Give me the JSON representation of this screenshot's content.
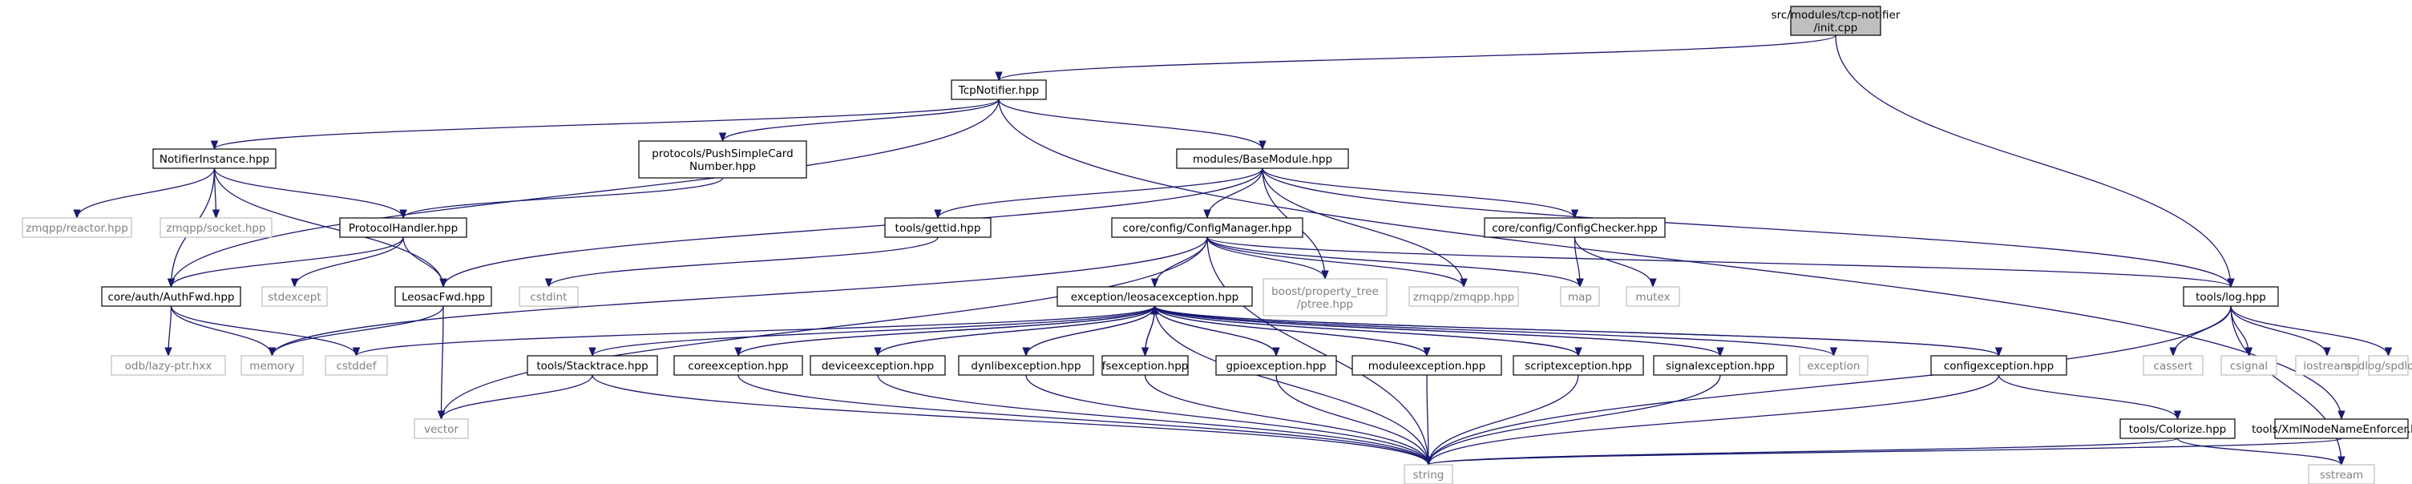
{
  "graph": {
    "root": "src/modules/tcp-notifier/init.cpp",
    "colors": {
      "root_fill": "#bfbfbf",
      "doc_border": "#000000",
      "ext_border": "#bfbfbf",
      "ext_text": "#808080",
      "edge": "#191970"
    },
    "nodes": [
      {
        "id": "init",
        "lines": [
          "src/modules/tcp-notifier",
          "/init.cpp"
        ],
        "kind": "root"
      },
      {
        "id": "tcpnotifier",
        "lines": [
          "TcpNotifier.hpp"
        ],
        "kind": "doc"
      },
      {
        "id": "notifierinstance",
        "lines": [
          "NotifierInstance.hpp"
        ],
        "kind": "doc"
      },
      {
        "id": "pushsimple",
        "lines": [
          "protocols/PushSimpleCard",
          "Number.hpp"
        ],
        "kind": "doc"
      },
      {
        "id": "basemodule",
        "lines": [
          "modules/BaseModule.hpp"
        ],
        "kind": "doc"
      },
      {
        "id": "xmlnode",
        "lines": [
          "tools/XmlNodeNameEnforcer.hpp"
        ],
        "kind": "doc"
      },
      {
        "id": "reactor",
        "lines": [
          "zmqpp/reactor.hpp"
        ],
        "kind": "ext"
      },
      {
        "id": "socket",
        "lines": [
          "zmqpp/socket.hpp"
        ],
        "kind": "ext"
      },
      {
        "id": "protocolhandler",
        "lines": [
          "ProtocolHandler.hpp"
        ],
        "kind": "doc"
      },
      {
        "id": "gettid",
        "lines": [
          "tools/gettid.hpp"
        ],
        "kind": "doc"
      },
      {
        "id": "configmanager",
        "lines": [
          "core/config/ConfigManager.hpp"
        ],
        "kind": "doc"
      },
      {
        "id": "configchecker",
        "lines": [
          "core/config/ConfigChecker.hpp"
        ],
        "kind": "doc"
      },
      {
        "id": "authfwd",
        "lines": [
          "core/auth/AuthFwd.hpp"
        ],
        "kind": "doc"
      },
      {
        "id": "stdexcept",
        "lines": [
          "stdexcept"
        ],
        "kind": "ext"
      },
      {
        "id": "leosacfwd",
        "lines": [
          "LeosacFwd.hpp"
        ],
        "kind": "doc"
      },
      {
        "id": "cstdint",
        "lines": [
          "cstdint"
        ],
        "kind": "ext"
      },
      {
        "id": "ptree",
        "lines": [
          "boost/property_tree",
          "/ptree.hpp"
        ],
        "kind": "ext"
      },
      {
        "id": "zmqpp",
        "lines": [
          "zmqpp/zmqpp.hpp"
        ],
        "kind": "ext"
      },
      {
        "id": "map",
        "lines": [
          "map"
        ],
        "kind": "ext"
      },
      {
        "id": "mutex",
        "lines": [
          "mutex"
        ],
        "kind": "ext"
      },
      {
        "id": "log",
        "lines": [
          "tools/log.hpp"
        ],
        "kind": "doc"
      },
      {
        "id": "leosacexc",
        "lines": [
          "exception/leosacexception.hpp"
        ],
        "kind": "doc"
      },
      {
        "id": "lazyptr",
        "lines": [
          "odb/lazy-ptr.hxx"
        ],
        "kind": "ext"
      },
      {
        "id": "memory",
        "lines": [
          "memory"
        ],
        "kind": "ext"
      },
      {
        "id": "cstddef",
        "lines": [
          "cstddef"
        ],
        "kind": "ext"
      },
      {
        "id": "stacktrace",
        "lines": [
          "tools/Stacktrace.hpp"
        ],
        "kind": "doc"
      },
      {
        "id": "coreexc",
        "lines": [
          "coreexception.hpp"
        ],
        "kind": "doc"
      },
      {
        "id": "deviceexc",
        "lines": [
          "deviceexception.hpp"
        ],
        "kind": "doc"
      },
      {
        "id": "dynlibexc",
        "lines": [
          "dynlibexception.hpp"
        ],
        "kind": "doc"
      },
      {
        "id": "fsexc",
        "lines": [
          "fsexception.hpp"
        ],
        "kind": "doc"
      },
      {
        "id": "gpioexc",
        "lines": [
          "gpioexception.hpp"
        ],
        "kind": "doc"
      },
      {
        "id": "moduleexc",
        "lines": [
          "moduleexception.hpp"
        ],
        "kind": "doc"
      },
      {
        "id": "scriptexc",
        "lines": [
          "scriptexception.hpp"
        ],
        "kind": "doc"
      },
      {
        "id": "signalexc",
        "lines": [
          "signalexception.hpp"
        ],
        "kind": "doc"
      },
      {
        "id": "exception",
        "lines": [
          "exception"
        ],
        "kind": "ext"
      },
      {
        "id": "configexc",
        "lines": [
          "configexception.hpp"
        ],
        "kind": "doc"
      },
      {
        "id": "cassert",
        "lines": [
          "cassert"
        ],
        "kind": "ext"
      },
      {
        "id": "csignal",
        "lines": [
          "csignal"
        ],
        "kind": "ext"
      },
      {
        "id": "iostream",
        "lines": [
          "iostream"
        ],
        "kind": "ext"
      },
      {
        "id": "spdlog",
        "lines": [
          "spdlog/spdlog.h"
        ],
        "kind": "ext"
      },
      {
        "id": "vector",
        "lines": [
          "vector"
        ],
        "kind": "ext"
      },
      {
        "id": "string",
        "lines": [
          "string"
        ],
        "kind": "ext"
      },
      {
        "id": "colorize",
        "lines": [
          "tools/Colorize.hpp"
        ],
        "kind": "doc"
      },
      {
        "id": "sstream",
        "lines": [
          "sstream"
        ],
        "kind": "ext"
      }
    ],
    "edges": [
      [
        "init",
        "tcpnotifier"
      ],
      [
        "init",
        "log"
      ],
      [
        "tcpnotifier",
        "notifierinstance"
      ],
      [
        "tcpnotifier",
        "pushsimple"
      ],
      [
        "tcpnotifier",
        "basemodule"
      ],
      [
        "tcpnotifier",
        "xmlnode"
      ],
      [
        "tcpnotifier",
        "authfwd"
      ],
      [
        "notifierinstance",
        "reactor"
      ],
      [
        "notifierinstance",
        "socket"
      ],
      [
        "notifierinstance",
        "protocolhandler"
      ],
      [
        "notifierinstance",
        "authfwd"
      ],
      [
        "notifierinstance",
        "leosacfwd"
      ],
      [
        "pushsimple",
        "protocolhandler"
      ],
      [
        "protocolhandler",
        "authfwd"
      ],
      [
        "protocolhandler",
        "stdexcept"
      ],
      [
        "protocolhandler",
        "leosacfwd"
      ],
      [
        "basemodule",
        "gettid"
      ],
      [
        "basemodule",
        "configmanager"
      ],
      [
        "basemodule",
        "configchecker"
      ],
      [
        "basemodule",
        "leosacfwd"
      ],
      [
        "basemodule",
        "ptree"
      ],
      [
        "basemodule",
        "zmqpp"
      ],
      [
        "basemodule",
        "log"
      ],
      [
        "gettid",
        "cstdint"
      ],
      [
        "configmanager",
        "leosacexc"
      ],
      [
        "configmanager",
        "ptree"
      ],
      [
        "configmanager",
        "zmqpp"
      ],
      [
        "configmanager",
        "map"
      ],
      [
        "configmanager",
        "log"
      ],
      [
        "configmanager",
        "memory"
      ],
      [
        "configmanager",
        "vector"
      ],
      [
        "configmanager",
        "string"
      ],
      [
        "configchecker",
        "map"
      ],
      [
        "configchecker",
        "mutex"
      ],
      [
        "authfwd",
        "lazyptr"
      ],
      [
        "authfwd",
        "memory"
      ],
      [
        "authfwd",
        "cstddef"
      ],
      [
        "leosacfwd",
        "memory"
      ],
      [
        "leosacfwd",
        "vector"
      ],
      [
        "leosacexc",
        "stacktrace"
      ],
      [
        "leosacexc",
        "coreexc"
      ],
      [
        "leosacexc",
        "deviceexc"
      ],
      [
        "leosacexc",
        "dynlibexc"
      ],
      [
        "leosacexc",
        "fsexc"
      ],
      [
        "leosacexc",
        "gpioexc"
      ],
      [
        "leosacexc",
        "moduleexc"
      ],
      [
        "leosacexc",
        "scriptexc"
      ],
      [
        "leosacexc",
        "signalexc"
      ],
      [
        "leosacexc",
        "exception"
      ],
      [
        "leosacexc",
        "configexc"
      ],
      [
        "leosacexc",
        "cstddef"
      ],
      [
        "leosacexc",
        "string"
      ],
      [
        "coreexc",
        "leosacexc"
      ],
      [
        "deviceexc",
        "leosacexc"
      ],
      [
        "dynlibexc",
        "leosacexc"
      ],
      [
        "fsexc",
        "leosacexc"
      ],
      [
        "gpioexc",
        "leosacexc"
      ],
      [
        "moduleexc",
        "leosacexc"
      ],
      [
        "scriptexc",
        "leosacexc"
      ],
      [
        "signalexc",
        "leosacexc"
      ],
      [
        "configexc",
        "leosacexc"
      ],
      [
        "stacktrace",
        "vector"
      ],
      [
        "stacktrace",
        "string"
      ],
      [
        "coreexc",
        "string"
      ],
      [
        "deviceexc",
        "string"
      ],
      [
        "dynlibexc",
        "string"
      ],
      [
        "fsexc",
        "string"
      ],
      [
        "gpioexc",
        "string"
      ],
      [
        "moduleexc",
        "string"
      ],
      [
        "scriptexc",
        "string"
      ],
      [
        "signalexc",
        "string"
      ],
      [
        "configexc",
        "string"
      ],
      [
        "configexc",
        "colorize"
      ],
      [
        "log",
        "cassert"
      ],
      [
        "log",
        "csignal"
      ],
      [
        "log",
        "iostream"
      ],
      [
        "log",
        "spdlog"
      ],
      [
        "log",
        "string"
      ],
      [
        "log",
        "sstream"
      ],
      [
        "colorize",
        "string"
      ],
      [
        "colorize",
        "sstream"
      ],
      [
        "xmlnode",
        "string"
      ]
    ]
  }
}
